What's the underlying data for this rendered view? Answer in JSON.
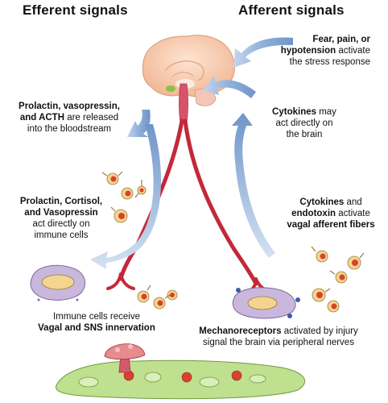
{
  "headings": {
    "efferent": "Efferent signals",
    "afferent": "Afferent signals"
  },
  "labels": {
    "fear": {
      "bold": "Fear, pain, or",
      "bold2": "hypotension",
      "tail": " activate",
      "line3": "the stress response"
    },
    "cytokines_brain": {
      "bold": "Cytokines",
      "tail": " may",
      "line2": "act directly on",
      "line3": "the brain"
    },
    "prolactin_release": {
      "line1": "Prolactin, vasopressin,",
      "line2_bold": "and ACTH",
      "line2_tail": " are released",
      "line3": "into the bloodstream"
    },
    "immune_act": {
      "line1": "Prolactin, Cortisol,",
      "line2": "and Vasopressin",
      "line3": "act directly on",
      "line4": "immune cells"
    },
    "vagal_activate": {
      "line1_bold": "Cytokines",
      "line1_tail": " and",
      "line2_bold": "endotoxin",
      "line2_tail": " activate",
      "line3": "vagal afferent fibers"
    },
    "immune_receive": {
      "line1": "Immune cells receive",
      "line2": "Vagal and SNS innervation"
    },
    "mechano": {
      "line1_bold": "Mechanoreceptors",
      "line1_tail": " activated by injury",
      "line2": "signal the brain via peripheral nerves"
    }
  },
  "colors": {
    "arrow_blue": "#6f95c8",
    "arrow_light": "#c4d6ee",
    "nerve_red": "#c4283a",
    "brain_peach": "#f7cdb4",
    "cell_red": "#d9412e",
    "cell_yellow": "#f3d58f",
    "macrophage": "#c9b7dc",
    "tissue_green": "#bfe08f"
  }
}
